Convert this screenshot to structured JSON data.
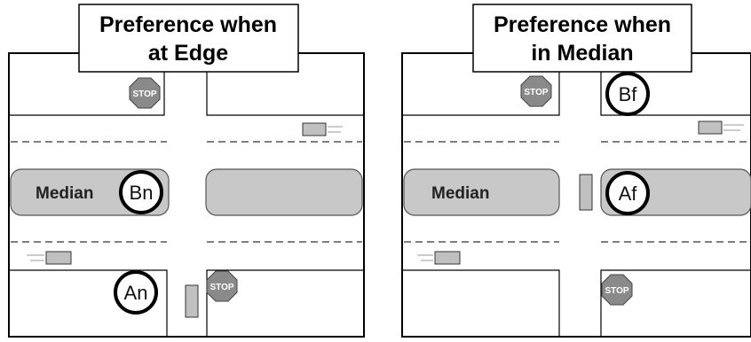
{
  "panels": [
    {
      "title_line1": "Preference when",
      "title_line2": "at Edge",
      "median_label": "Median",
      "stop_label": "STOP",
      "markers": [
        "Bn",
        "An"
      ]
    },
    {
      "title_line1": "Preference when",
      "title_line2": "in Median",
      "median_label": "Median",
      "stop_label": "STOP",
      "markers": [
        "Bf",
        "Af"
      ]
    }
  ],
  "colors": {
    "median_fill": "#c8c8c8",
    "stop_fill": "#8a8a8a",
    "vehicle_fill": "#c0c0c0",
    "outline": "#000000"
  }
}
